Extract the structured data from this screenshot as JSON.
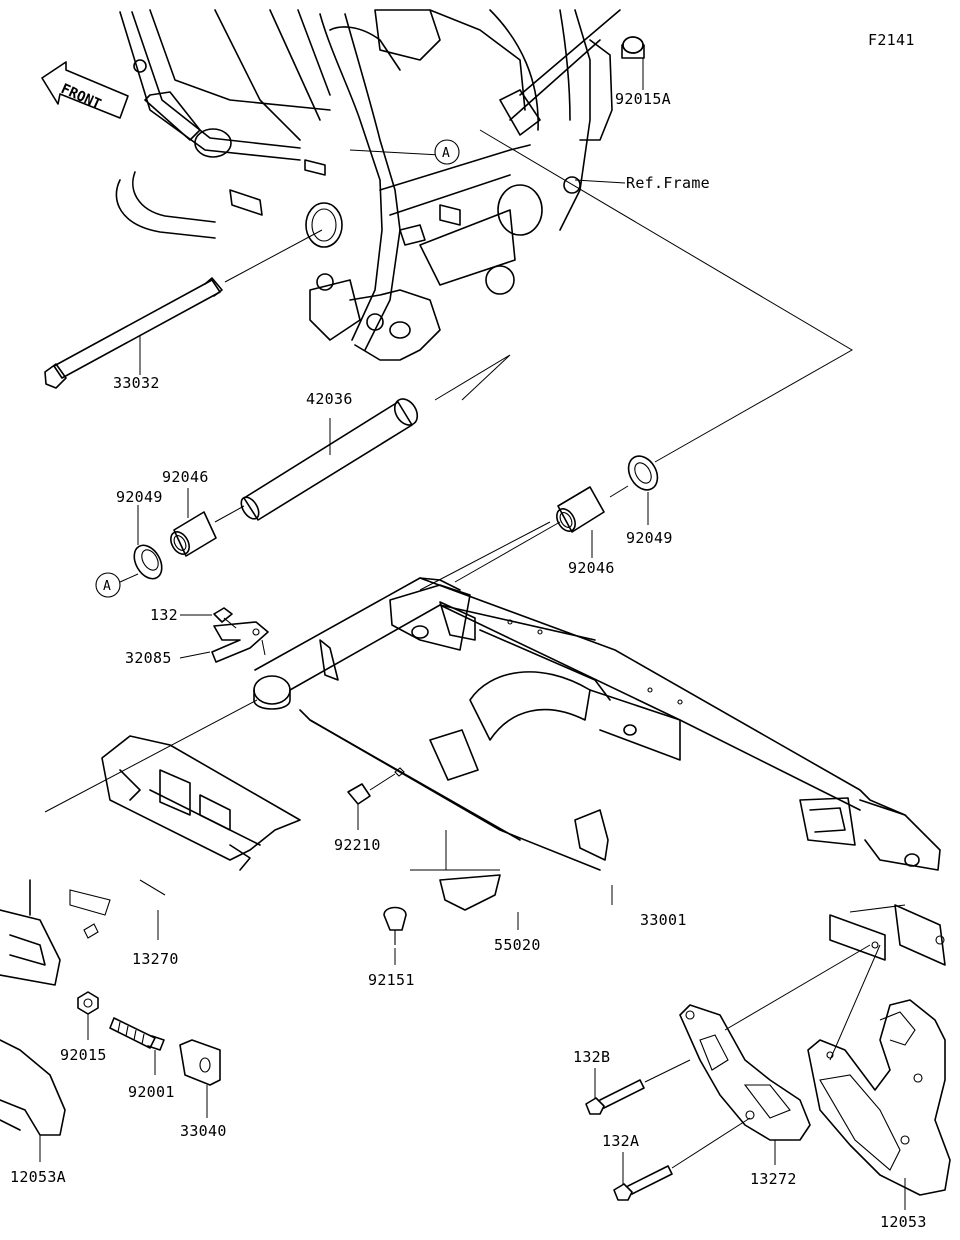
{
  "figure_code": "F2141",
  "front_label": "FRONT",
  "ref_frame_label": "Ref.Frame",
  "circle_marker": "A",
  "parts": [
    {
      "id": "p92015A",
      "number": "92015A"
    },
    {
      "id": "p33032",
      "number": "33032"
    },
    {
      "id": "p42036",
      "number": "42036"
    },
    {
      "id": "p92046a",
      "number": "92046"
    },
    {
      "id": "p92049a",
      "number": "92049"
    },
    {
      "id": "p92049b",
      "number": "92049"
    },
    {
      "id": "p92046b",
      "number": "92046"
    },
    {
      "id": "p132",
      "number": "132"
    },
    {
      "id": "p32085",
      "number": "32085"
    },
    {
      "id": "p92210",
      "number": "92210"
    },
    {
      "id": "p13270",
      "number": "13270"
    },
    {
      "id": "p55020",
      "number": "55020"
    },
    {
      "id": "p92151",
      "number": "92151"
    },
    {
      "id": "p33001",
      "number": "33001"
    },
    {
      "id": "p92015",
      "number": "92015"
    },
    {
      "id": "p92001",
      "number": "92001"
    },
    {
      "id": "p33040",
      "number": "33040"
    },
    {
      "id": "p12053A",
      "number": "12053A"
    },
    {
      "id": "p132B",
      "number": "132B"
    },
    {
      "id": "p132A",
      "number": "132A"
    },
    {
      "id": "p13272",
      "number": "13272"
    },
    {
      "id": "p12053",
      "number": "12053"
    }
  ]
}
